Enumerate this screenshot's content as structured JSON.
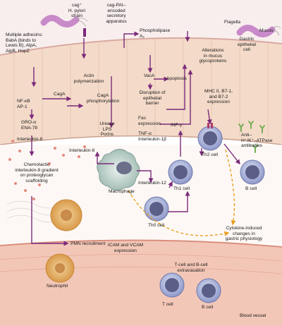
{
  "title": "",
  "colors": {
    "arrow": "#7a2a7a",
    "cytokine_arrow": "#e8a020",
    "epithelium": "#f3d9c7",
    "mucus": "#f7ecea",
    "vessel": "#f4c9b8",
    "bacterium": "#d8a9d9"
  },
  "labels": {
    "cag_pylori": "cag⁺\nH. pylori\nstrain",
    "cag_pai": "cag-PAI–\nencoded\nsecretory\napparatus",
    "phospholipase": "Phospholipase\nA₂",
    "flagella": "Flagella",
    "mucus": "Mucus",
    "gastric_cell": "Gastric\nepithelial\ncell",
    "adhesins": "Multiple adhesins:\nBabA (binds to\nLewis B), AlpA,\nAlpB, HopZ",
    "actin": "Actin\npolymerization",
    "cagA": "CagA",
    "cagA_phos": "CagA\nphosphorylation",
    "nfkb": "NF-κB\nAP-1",
    "vacA": "VacA",
    "apoptosis": "Apoptosis",
    "disruption": "Disruption of\nepithelial\nbarrier",
    "alterations": "Alterations\nin mucus\nglycoproteins",
    "mhc": "MHC II, B7-1,\nand B7-2\nexpression",
    "gro": "GRO-α\nENA-78",
    "il8_top": "Interleukin-8",
    "urease": "Urease\nLPS\nPorins",
    "fas": "Fas\nexpression",
    "tnf": "TNF-α\nInterleukin-1β",
    "infg": "INF-γ",
    "chemo": "Chemotactic\ninterleukin-8 gradient\non proteoglycan\nscaffolding",
    "il8_mid": "Interleukin-8",
    "macrophage": "Macrophage",
    "il12": "Interleukin-12",
    "th1": "Th1 cell",
    "th2": "Th2 cell",
    "antibodies": "Anti–\nH⁺/K⁺–ATPase\nantibodies",
    "bcell_right": "B cell",
    "th0": "Th0 cell",
    "cytokine": "Cytokine-induced\nchanges in\ngastric physiology",
    "pmn": "PMN recruitment",
    "icam": "ICAM and VCAM\nexpression",
    "neutrophil": "Neutrophil",
    "extravasation": "T-cell and B-cell\nextravasation",
    "tcell": "T cell",
    "bcell_bottom": "B cell",
    "blood_vessel": "Blood vessel"
  }
}
